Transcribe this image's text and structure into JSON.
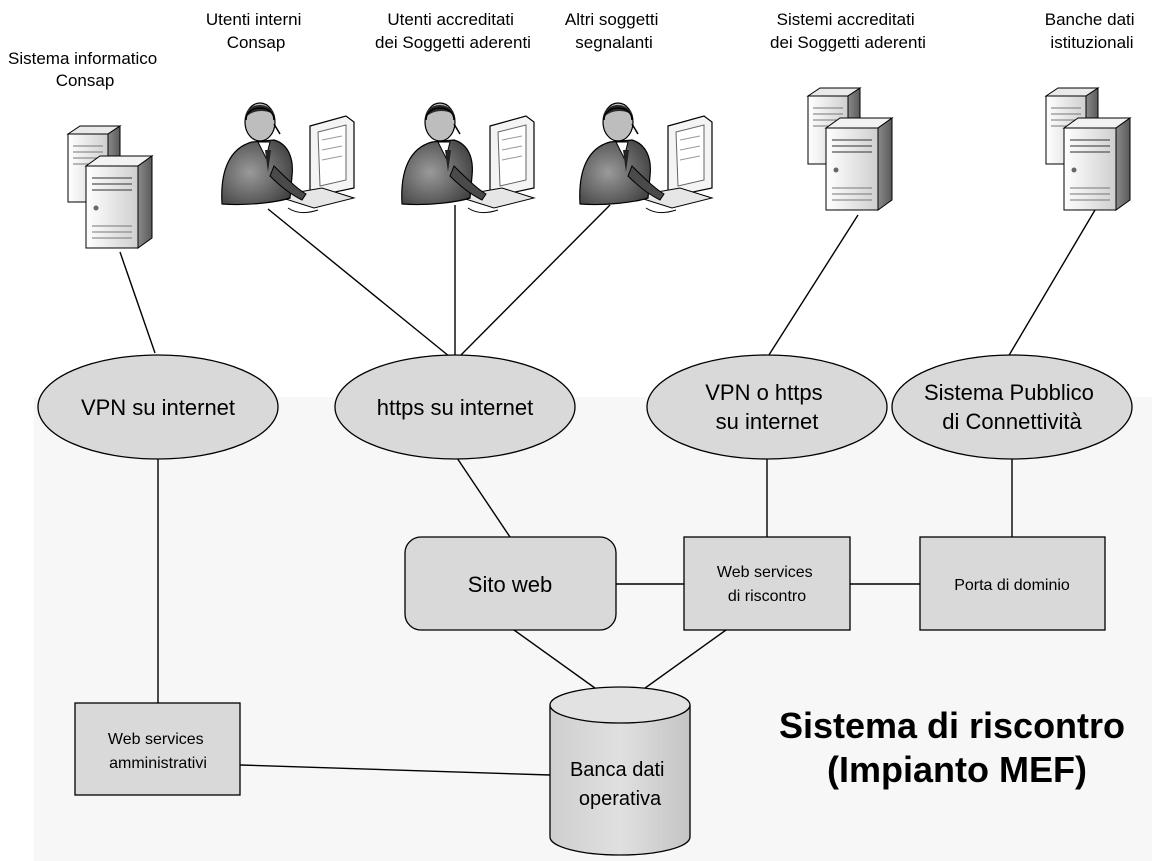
{
  "colors": {
    "zone_background": "#f7f7f7",
    "ellipse_fill": "#d9d9d9",
    "box_fill": "#d9d9d9",
    "stroke": "#000000"
  },
  "top_labels": {
    "consap_system": [
      "Sistema informatico",
      "Consap"
    ],
    "internal_users": [
      "Utenti interni",
      "Consap"
    ],
    "accredited_users": [
      "Utenti accreditati",
      "dei Soggetti aderenti"
    ],
    "other_subjects": [
      "Altri soggetti",
      "segnalanti"
    ],
    "accredited_systems": [
      "Sistemi accreditati",
      "dei Soggetti aderenti"
    ],
    "institutional_db": [
      "Banche dati",
      "istituzionali"
    ]
  },
  "networks": {
    "vpn_internet": [
      "VPN su internet"
    ],
    "https_internet": [
      "https su internet"
    ],
    "vpn_or_https": [
      "VPN o https",
      "su internet"
    ],
    "spc": [
      "Sistema Pubblico",
      "di Connettività"
    ]
  },
  "components": {
    "website": [
      "Sito web"
    ],
    "ws_reconciliation": [
      "Web services",
      "di riscontro"
    ],
    "domain_port": [
      "Porta di dominio"
    ],
    "ws_admin": [
      "Web services",
      "amministrativi"
    ],
    "operational_db": [
      "Banca dati",
      "operativa"
    ]
  },
  "zone_title": [
    "Sistema di riscontro",
    "(Impianto MEF)"
  ],
  "icons": {
    "servers": "server-pair-icon",
    "users": "user-at-computer-icon"
  }
}
